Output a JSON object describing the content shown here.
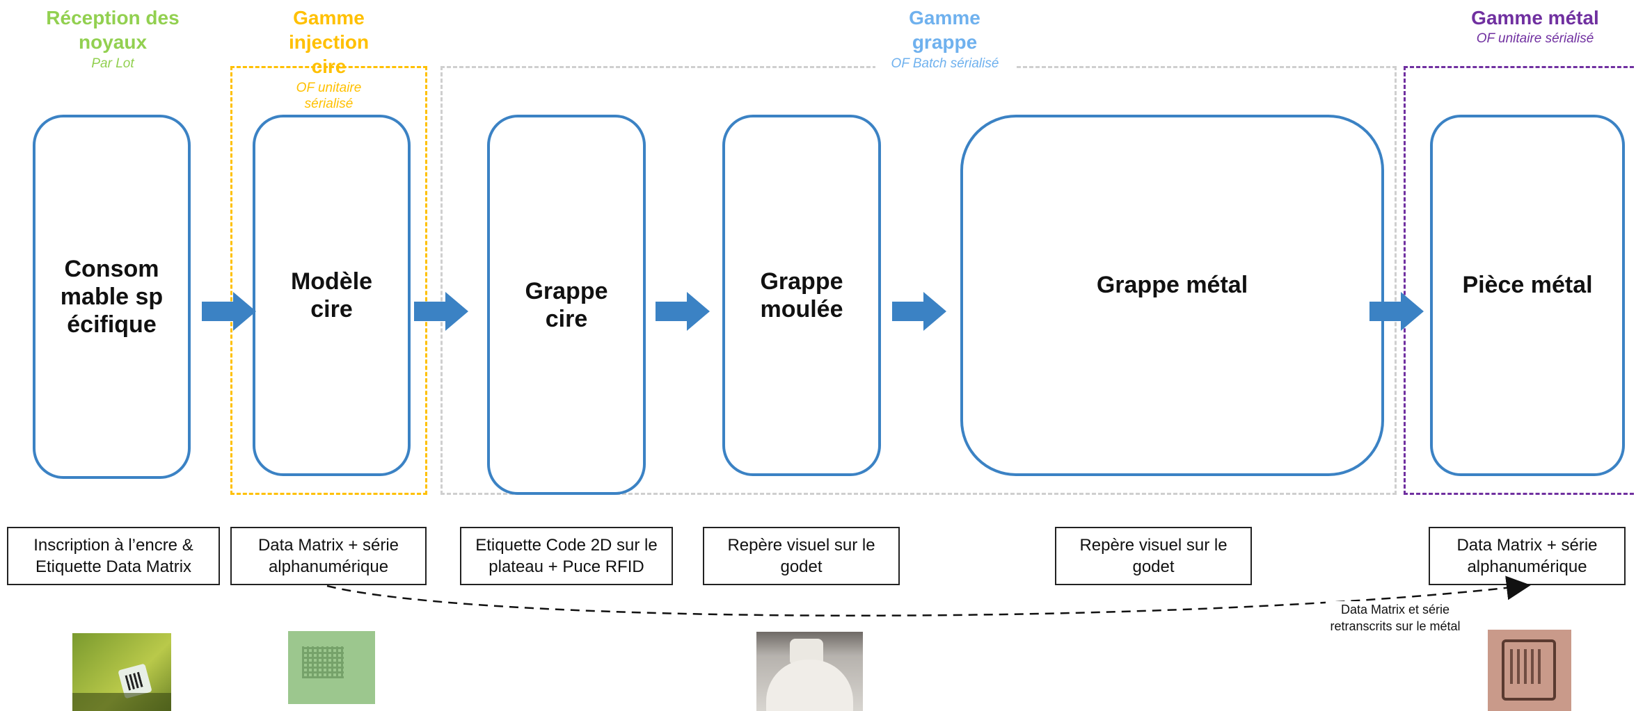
{
  "colors": {
    "arrow": "#3b82c4",
    "stage_border": "#3b82c4",
    "reception": "#92d050",
    "injection": "#ffc000",
    "grappe": "#6fb1ee",
    "metal": "#7030a0",
    "grappe_frame": "#cfcfcf"
  },
  "headers": {
    "reception": {
      "title": "Réception des noyaux",
      "subtitle": "Par Lot"
    },
    "injection": {
      "title": "Gamme injection cire",
      "subtitle": "OF unitaire sérialisé"
    },
    "grappe": {
      "title": "Gamme grappe",
      "subtitle": "OF Batch sérialisé"
    },
    "metal": {
      "title": "Gamme métal",
      "subtitle": "OF unitaire sérialisé"
    }
  },
  "stages": [
    {
      "label": "Consommable spécifique"
    },
    {
      "label": "Modèle cire"
    },
    {
      "label": "Grappe cire"
    },
    {
      "label": "Grappe moulée"
    },
    {
      "label": "Grappe métal"
    },
    {
      "label": "Pièce métal"
    }
  ],
  "identifiers": [
    {
      "text": "Inscription à l’encre & Etiquette Data Matrix"
    },
    {
      "text": "Data Matrix + série alphanumérique"
    },
    {
      "text": "Etiquette Code 2D sur le plateau + Puce RFID"
    },
    {
      "text": "Repère visuel sur le godet"
    },
    {
      "text": "Repère visuel sur le godet"
    },
    {
      "text": "Data Matrix + série alphanumérique"
    }
  ],
  "transfer_note": "Data Matrix et série retranscrits sur le métal",
  "photos": [
    {
      "icon": "core-label-photo"
    },
    {
      "icon": "wax-datamatrix-photo"
    },
    {
      "icon": "ceramic-cup-photo"
    },
    {
      "icon": "metal-datamatrix-photo"
    }
  ]
}
